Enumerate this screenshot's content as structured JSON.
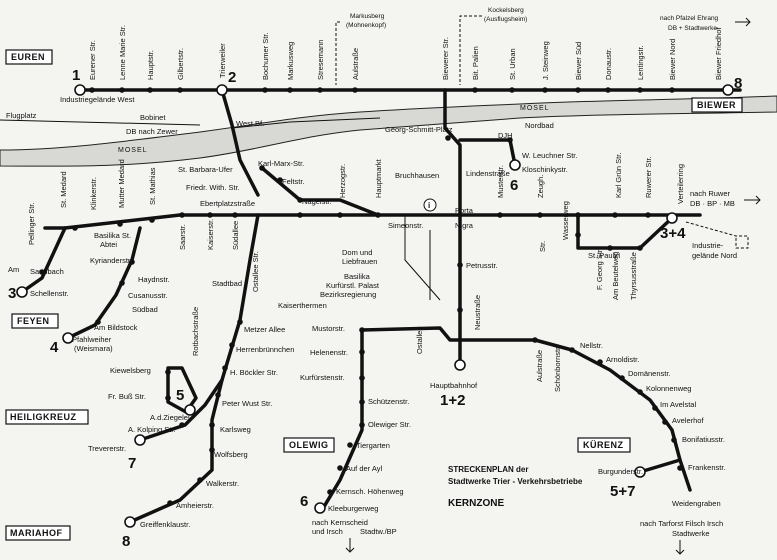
{
  "districts": {
    "euren": "EUREN",
    "biewer": "BIEWER",
    "feyen": "FEYEN",
    "heiligkreuz": "HEILIGKREUZ",
    "mariahof": "MARIAHOF",
    "olewig": "OLEWIG",
    "kurenz": "KÜRENZ"
  },
  "river": "MOSEL",
  "title_line1": "STRECKENPLAN der",
  "title_line2": "Stadtwerke Trier - Verkehrsbetriebe",
  "zone": "KERNZONE",
  "route_numbers": {
    "r1": "1",
    "r2": "2",
    "r8a": "8",
    "r8b": "8",
    "r3": "3",
    "r4": "4",
    "r5": "5",
    "r6a": "6",
    "r6b": "6",
    "r7": "7",
    "r34": "3+4",
    "r12": "1+2",
    "r57": "5+7"
  },
  "notes": {
    "markusberg": "Markusberg",
    "mohnenkopf": "(Mohnenkopf)",
    "kockelsberg": "Kockelsberg",
    "ausflugsheim": "(Ausflugsheim)",
    "ehrang1": "nach Pfalzel Ehrang",
    "ehrang2": "DB + Stadtwerke",
    "ruwer1": "nach Ruwer",
    "ruwer2": "DB · BP · MB",
    "industrie1": "Industrie-",
    "industrie2": "gelände Nord",
    "tarforst1": "nach Tarforst Filsch Irsch",
    "tarforst2": "Stadtwerke",
    "kernscheid1": "nach Kernscheid",
    "kernscheid2": "und Irsch",
    "stadtw": "Stadtw./BP",
    "flugplatz": "Flugplatz",
    "db_zewer": "DB nach Zewer",
    "nordbad": "Nordbad",
    "djh": "DJH"
  },
  "stops": {
    "industriegelaende": "Industriegelände West",
    "eurenerstr": "Eurener Str.",
    "lennemarie": "Lenne Marie Str.",
    "hauptstr": "Hauptstr.",
    "gilbertstr": "Gilbertstr.",
    "bochumer": "Bochumer Str.",
    "treviris": "Trierweiler",
    "markusweg": "Markusweg",
    "stresemann": "Stresemann",
    "luxplatz": "Aulstraße",
    "biewerstr": "Biewerer Str.",
    "bitpalien": "Bit. Palien",
    "sturban": "St. Urban",
    "jsteinweg": "J. Steinweg",
    "biewersud": "Biewer Süd",
    "donaustr": "Donaustr.",
    "lentingstr": "Lentingstr.",
    "biewernord": "Biewer Nord",
    "friedhof8": "Biewer Friedhof",
    "bobinet": "Bobinet",
    "westbf": "West Bf.",
    "georgschmitt": "Georg-Schmitt-Platz",
    "wleuchner": "W. Leuchner Str.",
    "kloschink": "Kloschinkystr.",
    "bruchhausen": "Bruchhausen",
    "lindenstr": "Lindenstraße",
    "karlmarx": "Karl-Marx-Str.",
    "stbarbara": "St. Barbara-Ufer",
    "friedwilh": "Friedr. With. Str.",
    "ebertplatz": "Ebertplatzstraße",
    "feltstr": "Feltstr.",
    "nagelstr": "Nagelstr.",
    "herzogstr": "Herzogstr.",
    "hauptmarkt": "Hauptmarkt",
    "simeon": "Simeonstr.",
    "porta": "Porta",
    "nigra": "Nigra",
    "muster": "Musterstr.",
    "zuglet": "Zeugh.",
    "karlgrun": "Karl Grün Str.",
    "ruwerer": "Ruwerer Str.",
    "verteiler": "Verteilerring",
    "stmedard": "St. Medard",
    "pellinger": "Pellinger Str.",
    "klinker": "Klinkerstr.",
    "mutter": "Mutter Medard",
    "stmathias": "St. Mathias",
    "saarstr": "Saarstr.",
    "kaiserstr": "Kaiserstr.",
    "sudallee": "Südallee",
    "stadtbad": "Stadtbad",
    "sandbach": "Sandbach",
    "schellstr": "Schellenstr.",
    "basilika": "Basilika St.",
    "abtei": "Abtei",
    "kyrianderstr": "Kyrianderstr.",
    "haydnstr": "Haydnstr.",
    "cusanusstr": "Cusanusstr.",
    "sudbad": "Südbad",
    "bildstock": "Am Bildstock",
    "pfahlweiher": "Pfahlweiher",
    "weismara": "(Weismara)",
    "am": "Am",
    "domund": "Dom und",
    "liebfrauen": "Liebfrauen",
    "basilika2": "Basilika",
    "kurfurst": "Kurfürstl. Palast",
    "bezirk": "Bezirksregierung",
    "kaiserthermen": "Kaiserthermen",
    "metzer": "Metzer Allee",
    "herren": "Herrenbrünnchen",
    "hbockler": "H. Böckler Str.",
    "peterwust": "Peter Wust Str.",
    "karlsweg": "Karlsweg",
    "wolfsberg": "Wolfsberg",
    "walker": "Walkerstr.",
    "amheiler": "Amheierstr.",
    "greiffen": "Greiffenklaustr.",
    "ryllstr": "Rotbachstraße",
    "kiewelsberg": "Kiewelsberg",
    "frbuss": "Fr. Buß Str.",
    "adzieg": "A.d.Ziegelei",
    "akolping": "A. Kolping Str.",
    "trevirer": "Trevererstr.",
    "mustorstr": "Mustorstr.",
    "helenen": "Helenenstr.",
    "kurfursten": "Kurfürstenstr.",
    "schutzen": "Schützenstr.",
    "olewiger": "Olewiger Str.",
    "tiergarten": "Tiergarten",
    "aufder": "Auf der Ayl",
    "kernsch": "Kernsch. Höhenweg",
    "kleeburger": "Kleeburgerweg",
    "petrusstr": "Petrusstr.",
    "obstr": "Ostallee",
    "hauptbahnhof": "Hauptbahnhof",
    "aulstr": "Aulstraße",
    "schonborn": "Schönbornstr.",
    "nellstr": "Nellstr.",
    "arnoldistr": "Arnoldistr.",
    "domanen": "Domänenstr.",
    "kolonnen": "Kolonnenweg",
    "avelstal": "Im Avelstal",
    "avelerhof": "Avelerhof",
    "bonifatius": "Bonifatiusstr.",
    "franken": "Frankenstr.",
    "weidengraben": "Weidengraben",
    "burgunder": "Burgunderstr.",
    "wasserweg": "Wasserweg",
    "fgeorg": "F. Georg Str.",
    "ambeutel": "Am Beutelweg",
    "thyrsus": "Thyrsusstraße",
    "stpaulin": "St. Paulin",
    "str": "Str.",
    "ostadt": "Ostallee Str.",
    "neustr": "Neustraße"
  }
}
